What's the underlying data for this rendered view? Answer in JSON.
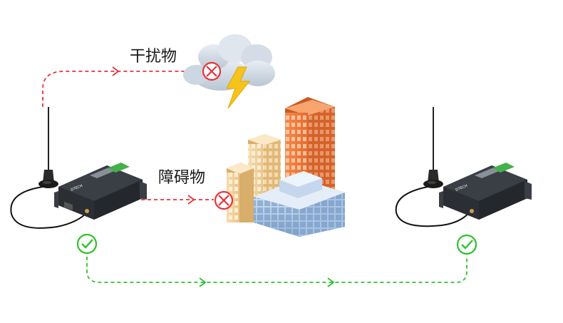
{
  "labels": {
    "interference": "干扰物",
    "obstacle": "障碍物",
    "device_brand": "DTECH"
  },
  "colors": {
    "blocked_path": "#e8333a",
    "clear_path": "#2fc12f",
    "device_body": "#2b2e33"
  },
  "icons": {
    "blocked": "x-circle-icon",
    "ok": "check-circle-icon"
  }
}
